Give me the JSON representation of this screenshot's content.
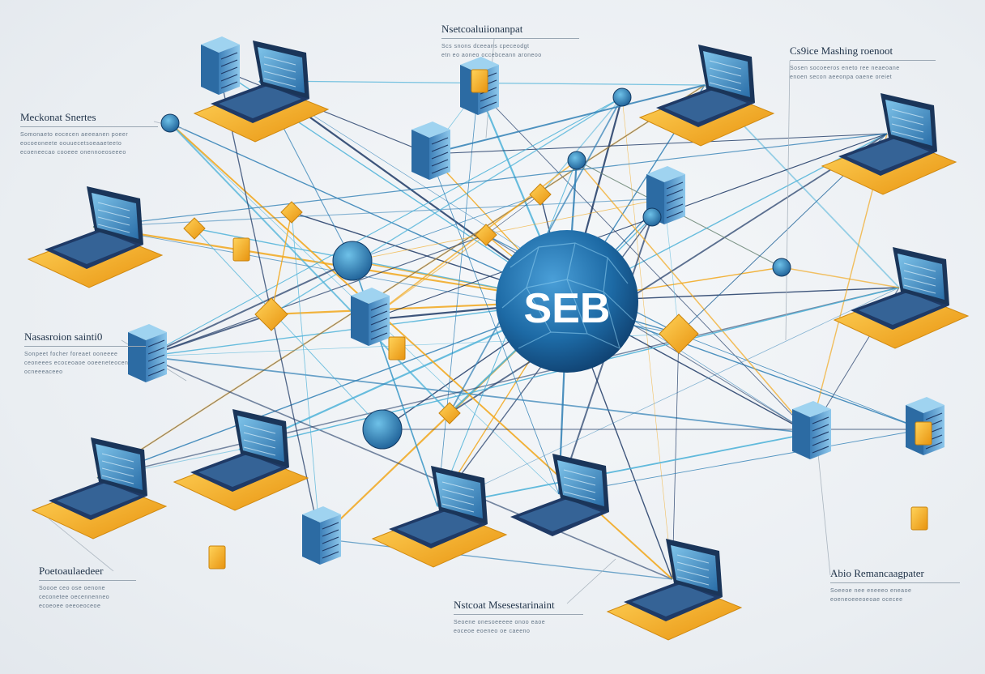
{
  "hub": {
    "label": "SEB"
  },
  "labels": [
    {
      "id": "top-center",
      "title": "Nsetcoaluiionanpat",
      "lines": [
        "Scs snons dceeans cpeceodgt",
        "etn eo aoneo occebceann aroneoo"
      ]
    },
    {
      "id": "top-right",
      "title": "Cs9ice Mashing roenoot",
      "lines": [
        "Sosen socoeeros eneto ree neaeoane",
        "enoen secon aeeonpa oaene oreiet"
      ]
    },
    {
      "id": "mid-left-top",
      "title": "Meckonat Snertes",
      "lines": [
        "Somonaeto eocecen aeeeanen poeer",
        "eocoeoneete oouuecetsoeaaeteeto",
        "ecoeneecao cooeee onennoeoseeeo"
      ]
    },
    {
      "id": "mid-left",
      "title": "Nasasroion sainti0",
      "lines": [
        "Sonpeet focher foreaet ooneeee",
        "ceoneees ecoceoaoe ooeeneteocen",
        "ocneeeaceeo"
      ]
    },
    {
      "id": "bottom-left",
      "title": "Poetoaulaedeer",
      "lines": [
        "Soooe ceo ose oenone",
        "ceconetee oecennenneo",
        "ecoeoee oeeoeoceoe"
      ]
    },
    {
      "id": "bottom-center",
      "title": "Nstcoat Msesestarinaint",
      "lines": [
        "Seoene onesoeeeee onoo eaoe",
        "eoceoe eoeneo oe caeeno"
      ]
    },
    {
      "id": "bottom-right",
      "title": "Abio Remancaagpater",
      "lines": [
        "Soeeoe nee eneeeo eneaoe",
        "eoeneoeeeoeoae ocecee"
      ]
    }
  ],
  "colors": {
    "navy": "#1f3a66",
    "blue": "#2f7fb5",
    "cyan": "#4fb3d9",
    "orange": "#f2a81d",
    "hub": "#1d6aa5"
  }
}
